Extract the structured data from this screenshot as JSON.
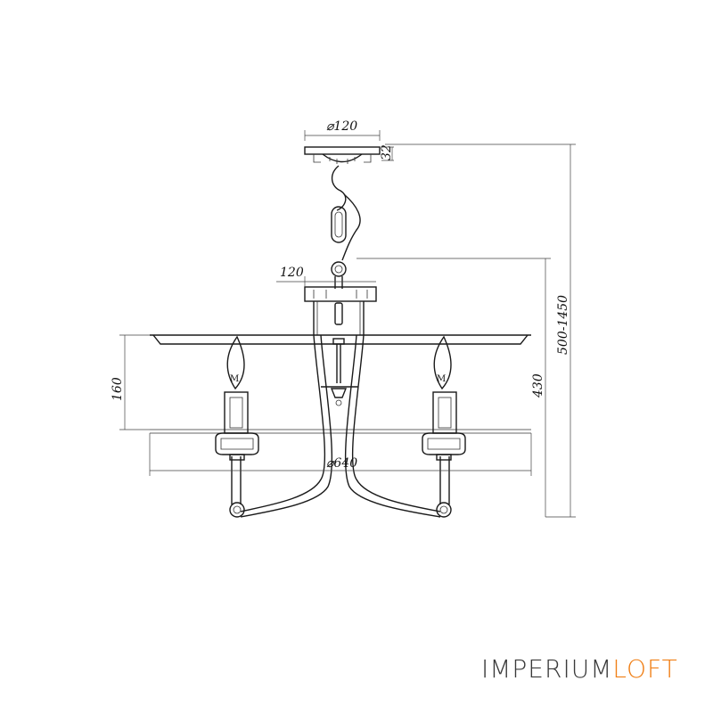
{
  "dimensions": {
    "canopy_diameter": "⌀120",
    "canopy_height": "32",
    "body_width": "120",
    "total_height": "500-1450",
    "body_height": "430",
    "shade_height": "160",
    "shade_diameter": "⌀640"
  },
  "bulb_mark": "M",
  "brand": {
    "part1": "IMPERIUM",
    "part2": "LOFT",
    "color1": "#3a3a3a",
    "color2": "#f07f16"
  }
}
